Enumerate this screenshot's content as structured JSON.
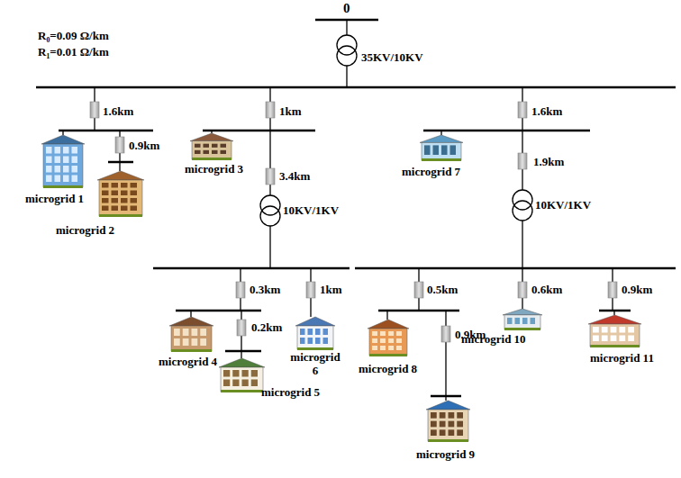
{
  "diagram": {
    "nodes": [
      {
        "text": [
          "microgrid 1"
        ]
      },
      {
        "text": [
          "microgrid 2"
        ]
      },
      {
        "text": [
          "microgrid 3"
        ]
      },
      {
        "text": [
          "microgrid 7"
        ]
      },
      {
        "text": [
          "microgrid 4"
        ]
      },
      {
        "text": [
          "microgrid 6"
        ]
      },
      {
        "text": [
          "microgrid 8"
        ]
      },
      {
        "text": [
          "microgrid 10"
        ]
      },
      {
        "text": [
          "microgrid 11"
        ]
      },
      {
        "text": [
          "microgrid 5"
        ]
      },
      {
        "text": [
          "microgrid 9"
        ]
      }
    ],
    "labels": [
      "0",
      "R₀=0.09 Ω/km",
      "R₁=0.01 Ω/km",
      "35KV/10KV",
      "1.6km",
      "1km",
      "1.6km",
      "0.9km",
      "3.4km",
      "1.9km",
      "10KV/1KV",
      "10KV/1KV",
      "0.3km",
      "1km",
      "0.5km",
      "0.6km",
      "0.9km",
      "0.2km",
      "0.9km"
    ]
  }
}
